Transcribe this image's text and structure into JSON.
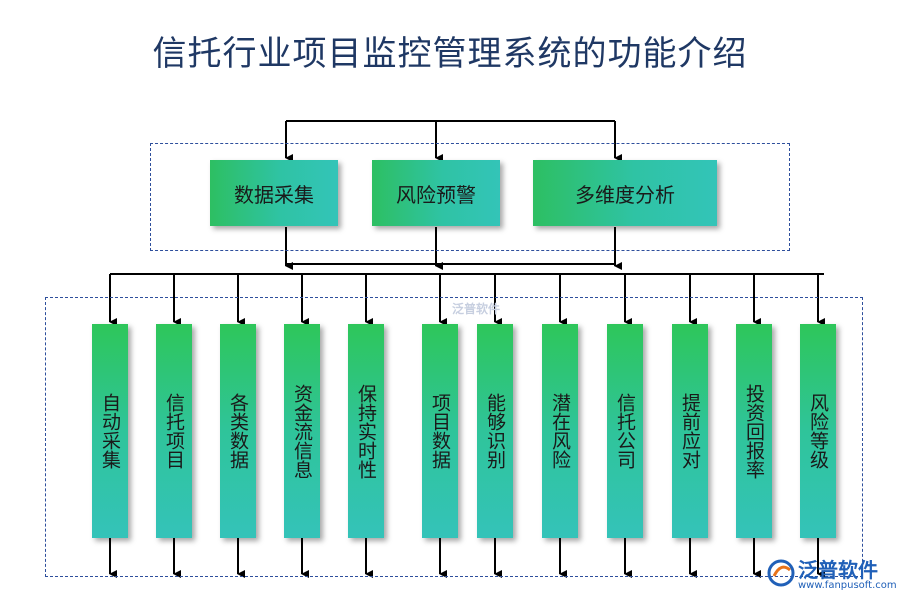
{
  "title": "信托行业项目监控管理系统的功能介绍",
  "top_functions": [
    "数据采集",
    "风险预警",
    "多维度分析"
  ],
  "sub_functions": [
    "自动采集",
    "信托项目",
    "各类数据",
    "资金流信息",
    "保持实时性",
    "项目数据",
    "能够识别",
    "潜在风险",
    "信托公司",
    "提前应对",
    "投资回报率",
    "风险等级"
  ],
  "watermark": "泛普软件",
  "logo": {
    "text": "泛普软件",
    "url": "www.fanpusoft.com"
  },
  "colors": {
    "accent": "#1f3864",
    "box_start": "#2dbf62",
    "box_end": "#33c4b8",
    "dashed": "#2e4f9c"
  }
}
